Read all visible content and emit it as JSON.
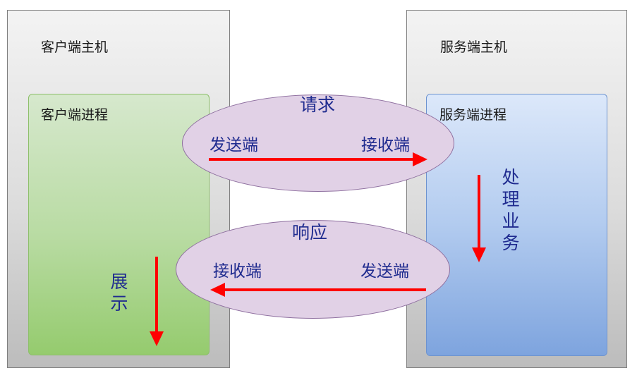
{
  "client_host": {
    "title": "客户端主机"
  },
  "server_host": {
    "title": "服务端主机"
  },
  "client_process": {
    "title": "客户端进程",
    "action": "展示"
  },
  "server_process": {
    "title": "服务端进程",
    "action": "处理业务"
  },
  "request": {
    "title": "请求",
    "sender": "发送端",
    "receiver": "接收端"
  },
  "response": {
    "title": "响应",
    "receiver": "接收端",
    "sender": "发送端"
  },
  "colors": {
    "arrow": "#ff0000",
    "label_text": "#1f2b8f",
    "ellipse_fill": "#e1d1e6",
    "client_process_fill": "#b8dba2",
    "server_process_fill": "#b2cbef",
    "host_fill": "#dcdcdc"
  }
}
